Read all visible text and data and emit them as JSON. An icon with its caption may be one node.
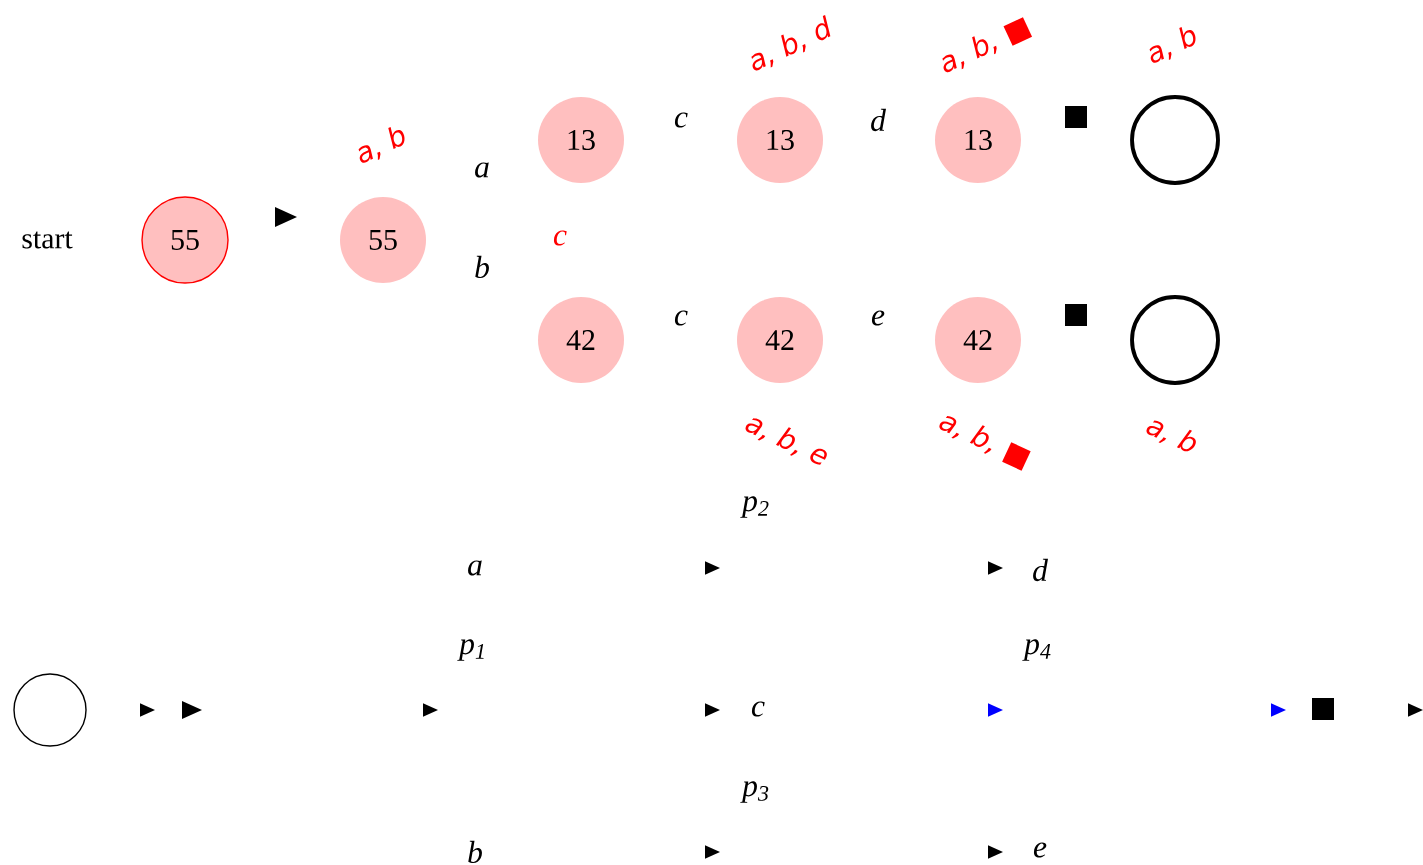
{
  "diagram": {
    "nodes": [
      {
        "text": [
          "55"
        ]
      },
      {
        "text": [
          "55"
        ],
        "beside": [
          "a, b"
        ]
      },
      {
        "text": [
          "13"
        ]
      },
      {
        "text": [
          "13"
        ],
        "beside": [
          "a, b, d"
        ]
      },
      {
        "text": [
          "13"
        ],
        "beside": [
          "a, b, ■"
        ]
      },
      {
        "text": [],
        "shape": "circle",
        "beside": [
          "a, b"
        ]
      },
      {
        "text": [
          "42"
        ]
      },
      {
        "text": [
          "42"
        ],
        "beside": [
          "a, b, e"
        ]
      },
      {
        "text": [
          "42"
        ],
        "beside": [
          "a, b, ■"
        ]
      },
      {
        "text": [],
        "shape": "circle",
        "beside": [
          "a, b"
        ]
      },
      {
        "text": [],
        "shape": "circle"
      }
    ],
    "labels": [
      "start",
      "a",
      "c",
      "d",
      "c",
      "b",
      "c",
      "e",
      "p$_{2}$",
      "a",
      "d",
      "p$_{1}$",
      "p$_{4}$",
      "c",
      "p$_{3}$",
      "b",
      "e"
    ]
  }
}
